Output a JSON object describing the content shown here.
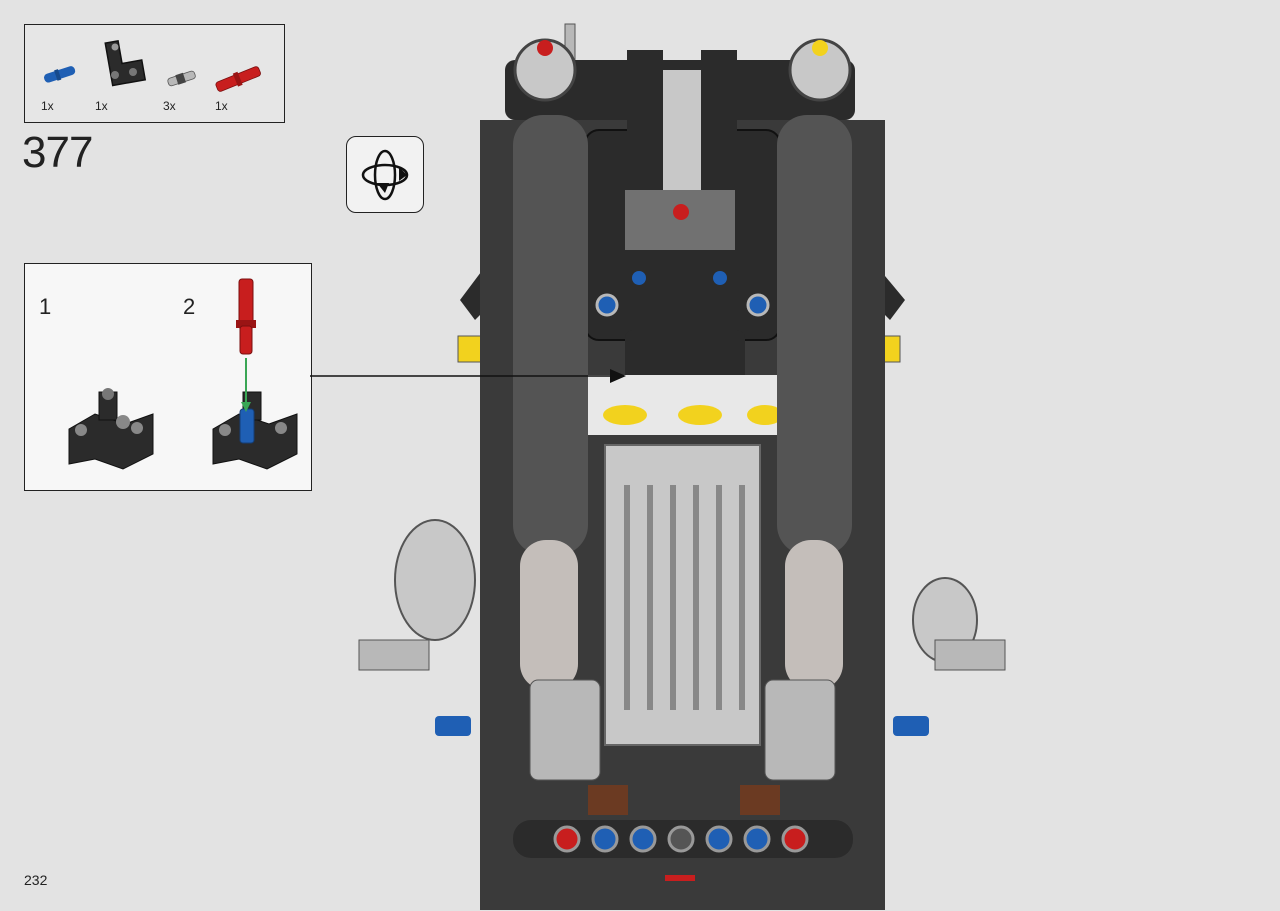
{
  "parts_list": [
    {
      "qty": "1x",
      "icon": "blue-pin-icon"
    },
    {
      "qty": "1x",
      "icon": "black-triangle-beam-icon"
    },
    {
      "qty": "3x",
      "icon": "gray-pin-icon"
    },
    {
      "qty": "1x",
      "icon": "red-axle-pin-icon"
    }
  ],
  "step_number": "377",
  "rotate_icon": "rotate-model-icon",
  "callout": {
    "substeps": [
      "1",
      "2"
    ]
  },
  "page_number": "232",
  "colors": {
    "background": "#e3e3e3",
    "lego_black": "#2b2b2b",
    "lego_gray": "#b8b8b8",
    "lego_blue": "#1f5fb4",
    "lego_red": "#c81e1e",
    "lego_yellow": "#f2d21e",
    "arrow_green": "#3aa655"
  }
}
